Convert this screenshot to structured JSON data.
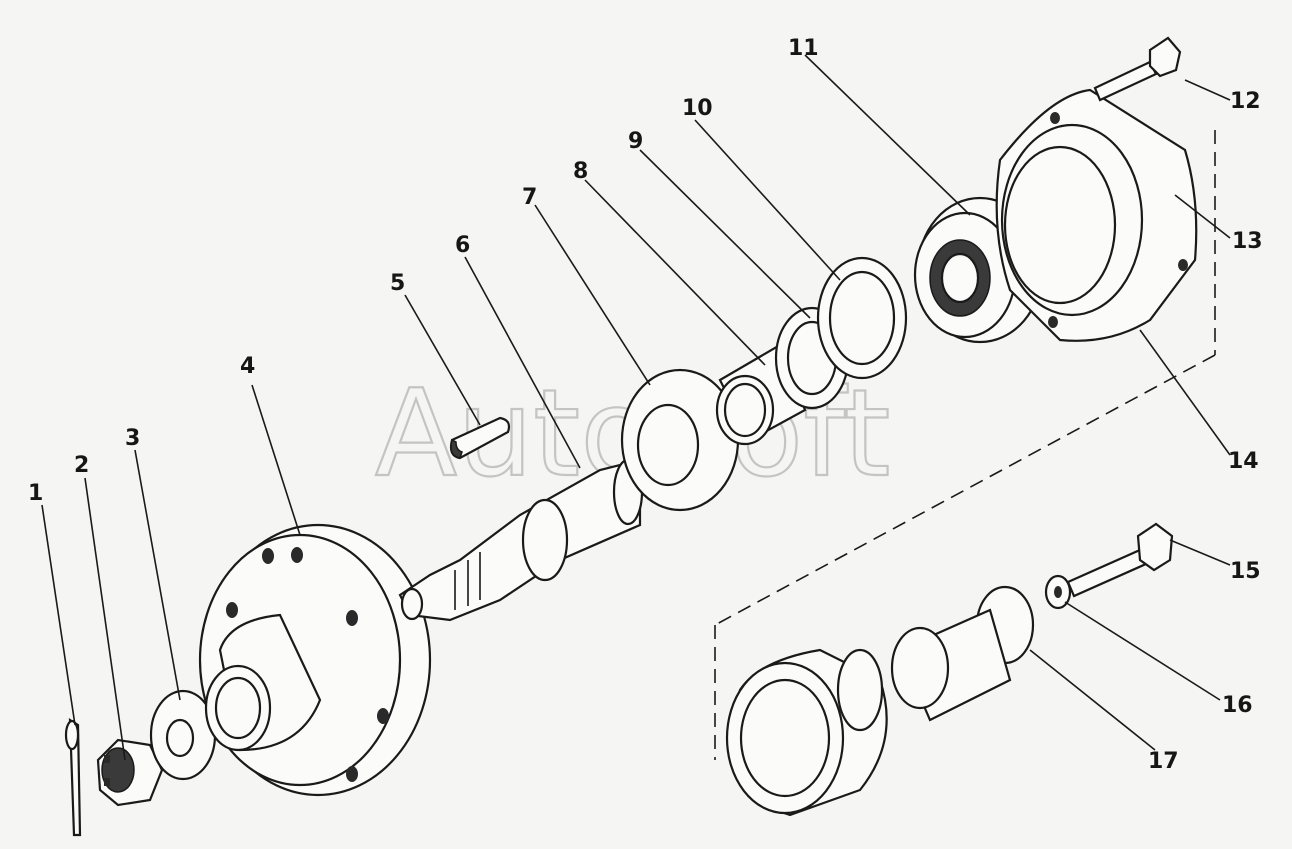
{
  "watermark": "AutoSoft",
  "callouts": [
    "1",
    "2",
    "3",
    "4",
    "5",
    "6",
    "7",
    "8",
    "9",
    "10",
    "11",
    "12",
    "13",
    "14",
    "15",
    "16",
    "17"
  ]
}
